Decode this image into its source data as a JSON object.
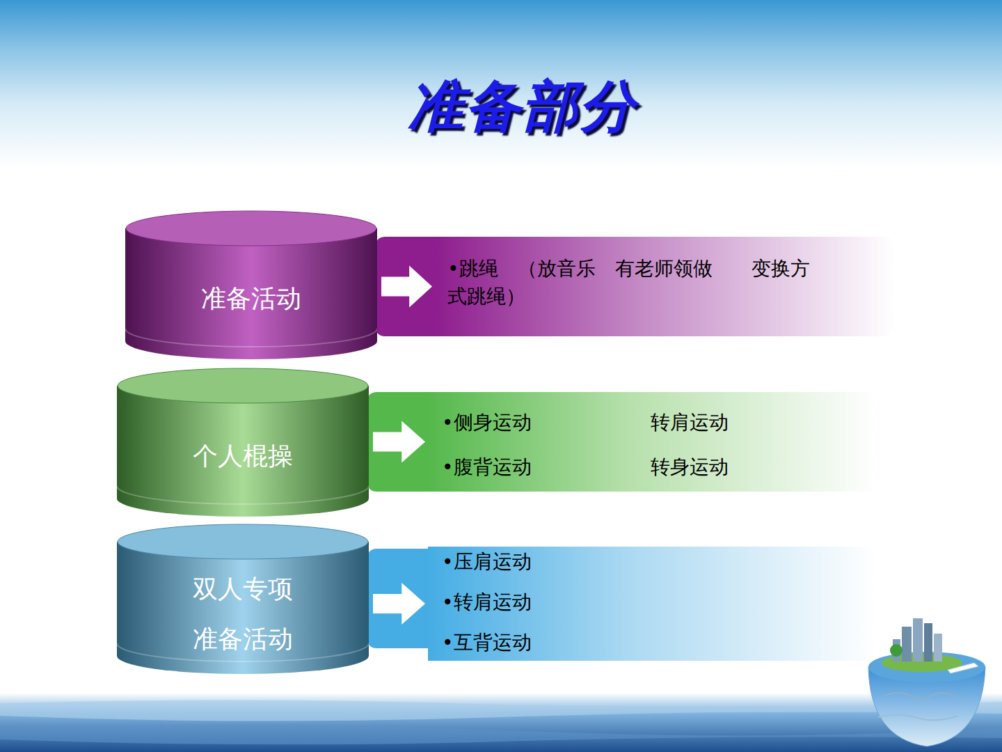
{
  "diagram": {
    "title": "准备部分",
    "nodes": [
      {
        "text": [
          "准备活动"
        ]
      },
      {
        "text": [
          "•跳绳　（放音乐　有老师领做　　变换方式跳绳）"
        ]
      },
      {
        "text": [
          "个人棍操"
        ]
      },
      {
        "text": [
          "•侧身运动",
          "转肩运动",
          "•腹背运动",
          "转身运动"
        ]
      },
      {
        "text": [
          "双人专项 准备活动"
        ]
      },
      {
        "text": [
          "•压肩运动",
          "•转肩运动",
          "•互背运动"
        ]
      }
    ],
    "edges": [
      {
        "from": 0,
        "to": 1,
        "arrow": "to"
      },
      {
        "from": 2,
        "to": 3,
        "arrow": "to"
      },
      {
        "from": 4,
        "to": 5,
        "arrow": "to"
      }
    ]
  }
}
